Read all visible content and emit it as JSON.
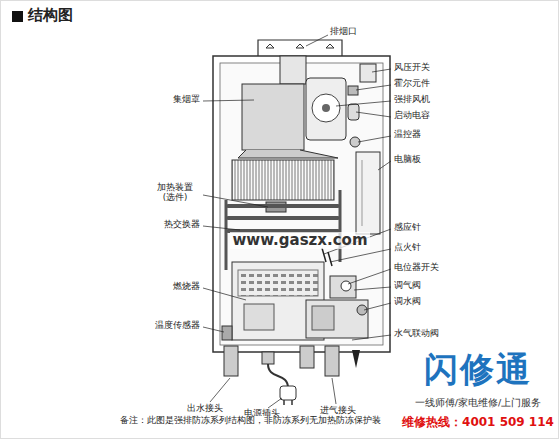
{
  "diagram": {
    "title": "结构图",
    "labels": [
      "排烟口",
      "集烟罩",
      "加热装置 (选件)",
      "热交换器",
      "燃烧器",
      "温度传感器",
      "出水接头",
      "电源插头",
      "进气接头",
      "风压开关",
      "霍尔元件",
      "强排风机",
      "启动电容",
      "温控器",
      "电脑板",
      "感应针",
      "点火针",
      "电位器开关",
      "调气阀",
      "调水阀",
      "水气联动阀",
      "www.gaszx.com",
      "备注：此图是强排防冻系列结构图，非防冻系列无加热防冻保护装",
      "闪修通",
      "一线师傅/家电维修/上门服务",
      "维修热线：4001 509 114"
    ]
  }
}
